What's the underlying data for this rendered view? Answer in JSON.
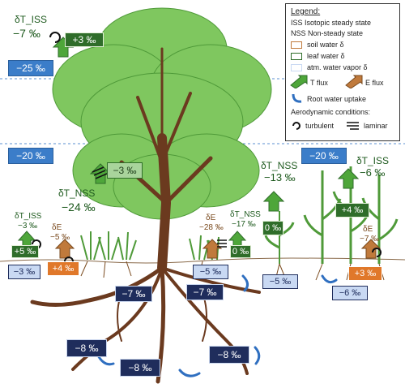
{
  "legend": {
    "title": "Legend:",
    "iss": "ISS   Isotopic steady state",
    "nss": "NSS  Non-steady state",
    "soil": "soil water δ",
    "leaf": "leaf water δ",
    "vapor": "atm. water vapor δ",
    "tflux": "T flux",
    "eflux": "E flux",
    "uptake": "Root water uptake",
    "aero": "Aerodynamic conditions:",
    "turbulent": "turbulent",
    "laminar": "laminar"
  },
  "colors": {
    "canopy": "#7fc75f",
    "trunk": "#6b3a1f",
    "atm_box": "#3b7dc9",
    "soil_dark": "#1f2d5c",
    "soil_light": "#c9d9f3",
    "leaf_box": "#2f6d2a",
    "e_box": "#e0782a",
    "t_arrow": "#4ea63a",
    "e_arrow": "#c07a3c",
    "uptake_arrow": "#2f6fc0"
  },
  "labels": {
    "t_iss_top": "δT_ISS",
    "t_iss_top_val": "−7 ‰",
    "flux_top": "+3 ‰",
    "atm_top": "−25 ‰",
    "atm_mid_left": "−20 ‰",
    "atm_mid_right": "−20 ‰",
    "canopy_inner": "−3 ‰",
    "t_nss_tree": "δT_NSS",
    "t_nss_tree_val": "−24 ‰",
    "t_iss_grass": "δT_ISS",
    "t_iss_grass_val": "−3 ‰",
    "grass_leaf": "+5 ‰",
    "e_grass": "δE",
    "e_grass_val": "−5 ‰",
    "grass_e": "+4 ‰",
    "grass_soil": "−3 ‰",
    "e_mid": "δE",
    "e_mid_val": "−28 ‰",
    "t_nss_mid": "δT_NSS",
    "t_nss_mid_val": "−17 ‰",
    "mid_leaf": "0 ‰",
    "mid_soil": "−5 ‰",
    "t_nss_small": "δT_NSS",
    "t_nss_small_val": "−13 ‰",
    "small_leaf": "0 ‰",
    "small_soil": "−5 ‰",
    "t_iss_corn": "δT_ISS",
    "t_iss_corn_val": "−6 ‰",
    "corn_leaf": "+4 ‰",
    "e_corn": "δE",
    "e_corn_val": "−7 ‰",
    "corn_e": "+3 ‰",
    "corn_soil": "−6 ‰",
    "root_a": "−7 ‰",
    "root_b": "−7 ‰",
    "root_c": "−8 ‰",
    "root_d": "−8 ‰",
    "root_e": "−8 ‰"
  }
}
